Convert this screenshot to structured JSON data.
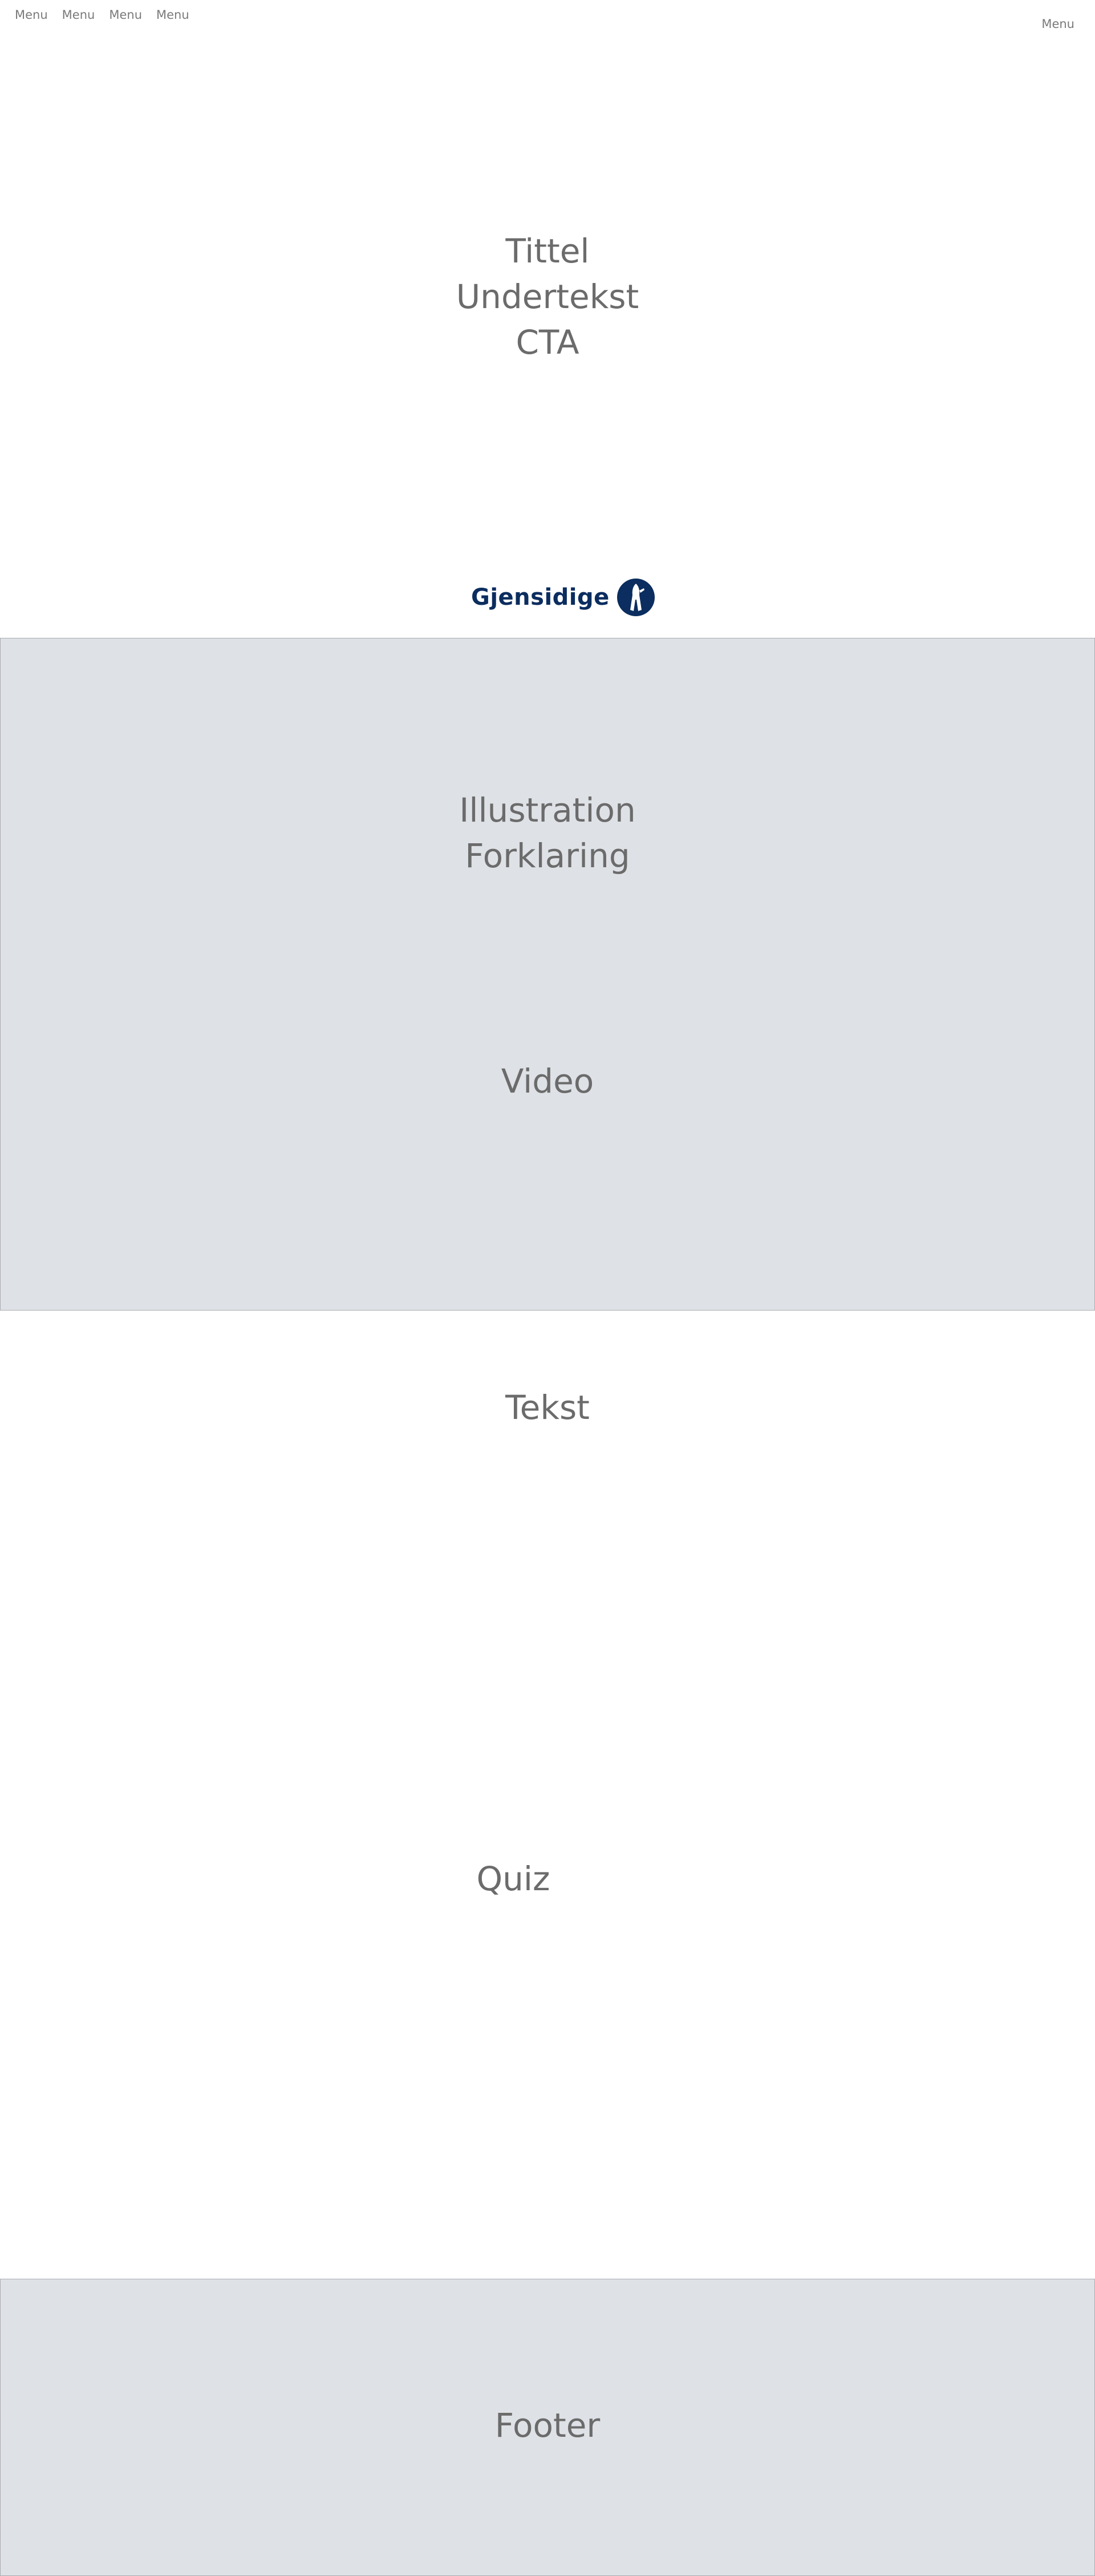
{
  "nav": {
    "items": [
      "Menu",
      "Menu",
      "Menu",
      "Menu"
    ],
    "right_label": "Menu"
  },
  "hero": {
    "title": "Tittel",
    "subtitle": "Undertekst",
    "cta": "CTA"
  },
  "brand": {
    "name": "Gjensidige",
    "color": "#0b2d5f"
  },
  "media_section": {
    "illustration": "Illustration",
    "explanation": "Forklaring",
    "video": "Video",
    "background": "#dee1e6"
  },
  "text_section": {
    "label": "Tekst"
  },
  "quiz_section": {
    "label": "Quiz"
  },
  "footer": {
    "label": "Footer"
  }
}
